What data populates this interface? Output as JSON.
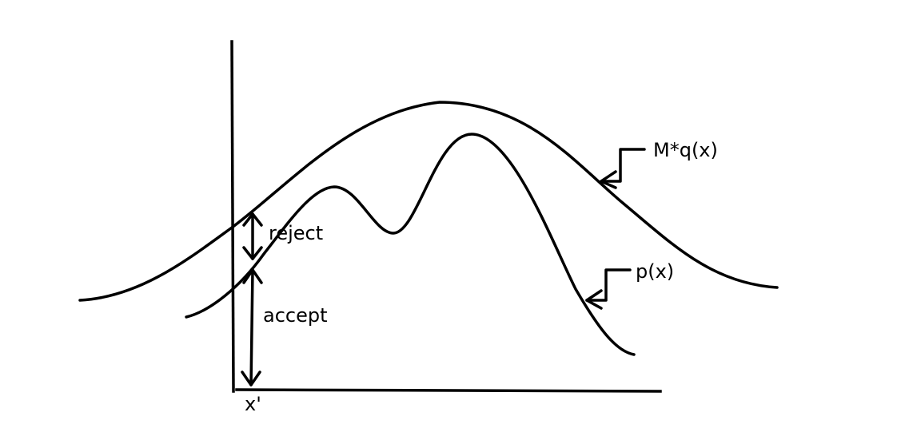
{
  "labels": {
    "envelope": "M*q(x)",
    "target": "p(x)",
    "reject": "reject",
    "accept": "accept",
    "sample_point": "x'"
  },
  "colors": {
    "ink": "#000000",
    "background": "#ffffff"
  }
}
